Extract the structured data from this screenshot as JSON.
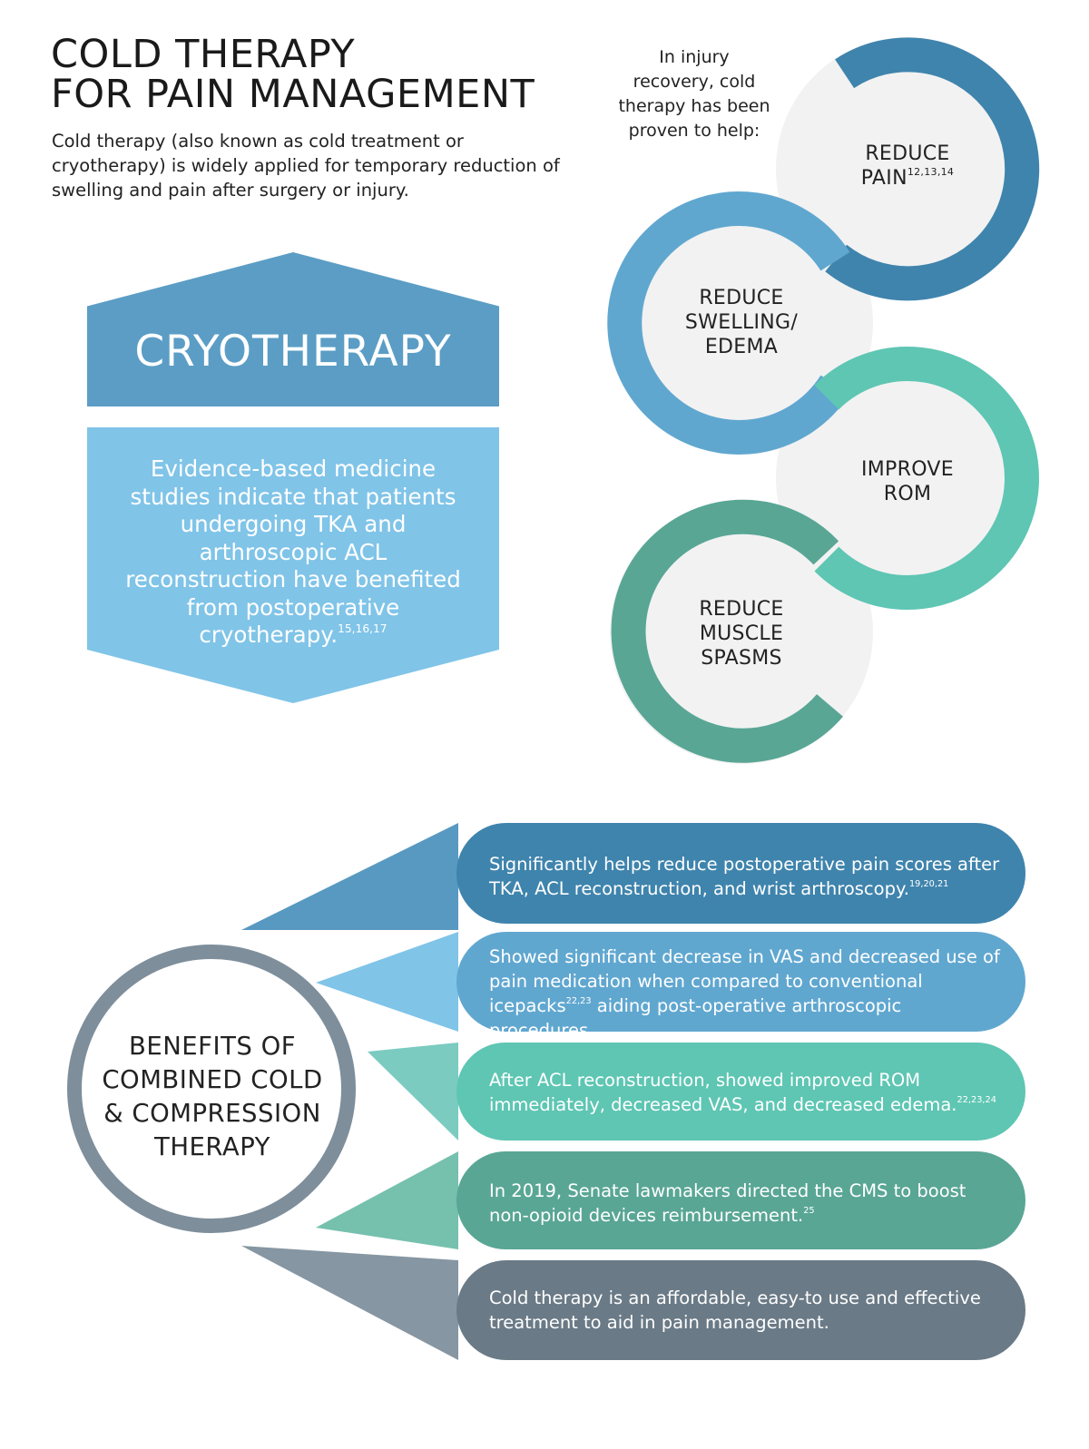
{
  "title_line1": "COLD THERAPY",
  "title_line2": "FOR PAIN MANAGEMENT",
  "intro": "Cold therapy (also known as cold treatment or cryotherapy) is widely applied for temporary reduction of swelling and pain after surgery or injury.",
  "lead": "In injury recovery, cold therapy has been proven to help:",
  "cryotherapy": {
    "heading": "CRYOTHERAPY",
    "text": "Evidence-based medicine studies indicate that patients undergoing TKA and arthroscopic ACL reconstruction have benefited from postoperative cryotherapy.",
    "citation": "15,16,17"
  },
  "rings": [
    {
      "line1": "REDUCE",
      "line2": "PAIN",
      "line3": "",
      "citation": "12,13,14",
      "color": "#3f84ad"
    },
    {
      "line1": "REDUCE",
      "line2": "SWELLING/",
      "line3": "EDEMA",
      "citation": "",
      "color": "#60a7d0"
    },
    {
      "line1": "IMPROVE",
      "line2": "ROM",
      "line3": "",
      "citation": "",
      "color": "#5ec6b3"
    },
    {
      "line1": "REDUCE",
      "line2": "MUSCLE",
      "line3": "SPASMS",
      "citation": "",
      "color": "#59a695"
    }
  ],
  "benefits": {
    "hub_line1": "BENEFITS OF",
    "hub_line2": "COMBINED COLD",
    "hub_line3": "& COMPRESSION",
    "hub_line4": "THERAPY",
    "hub_ring_color": "#7e8e9b",
    "items": [
      {
        "text": "Significantly helps reduce postoperative pain scores after TKA, ACL reconstruction, and wrist arthroscopy.",
        "citation": "19,20,21",
        "color": "#3f84ad",
        "wedge_color": "#5899c2"
      },
      {
        "text": "Showed significant decrease in VAS and decreased use of pain medication when compared to conventional icepacks",
        "citation": "22,23",
        "tail": " aiding post-operative arthroscopic procedures.",
        "color": "#60a7d0",
        "wedge_color": "#80c4e8"
      },
      {
        "text": "After ACL reconstruction, showed improved ROM immediately, decreased VAS, and decreased edema.",
        "citation": "22,23,24",
        "color": "#5ec6b3",
        "wedge_color": "#7bcbc0"
      },
      {
        "text": "In 2019, Senate lawmakers directed the CMS to boost non-opioid devices reimbursement.",
        "citation": "25",
        "color": "#59a695",
        "wedge_color": "#76c0ae"
      },
      {
        "text": "Cold therapy is an affordable, easy-to use and effective treatment to aid in pain management.",
        "citation": "",
        "color": "#6a7a86",
        "wedge_color": "#8696a2"
      }
    ]
  }
}
